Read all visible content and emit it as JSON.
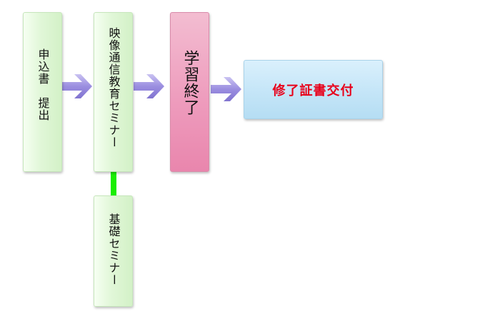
{
  "steps": {
    "application": "申込書　提出",
    "video_seminar": "映像通信教育セミナー",
    "basic_seminar": "基礎セミナー",
    "completion": "学習終了",
    "certificate": "修了証書交付"
  },
  "colors": {
    "certificate_text": "#e8001a",
    "connector_green": "#1aee00",
    "arrow": "#9b8ee0"
  }
}
